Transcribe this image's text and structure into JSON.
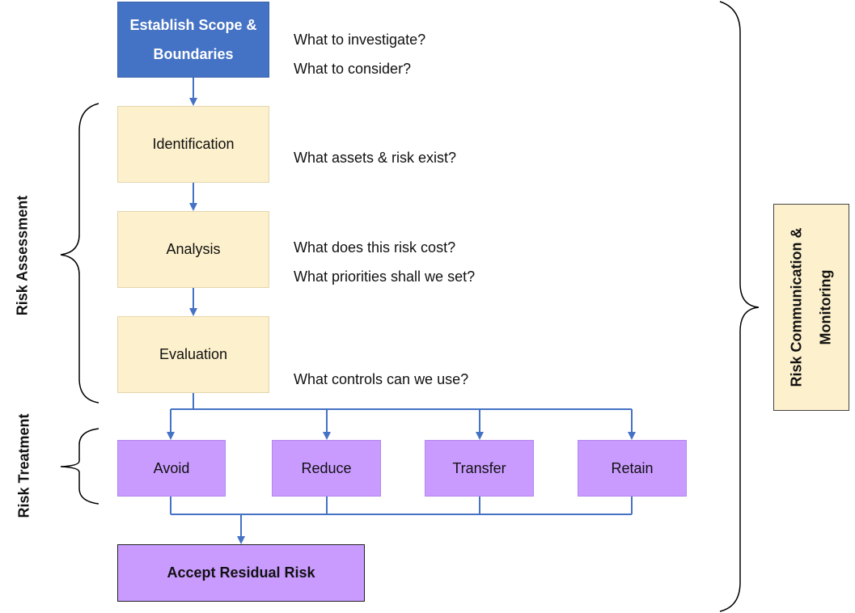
{
  "boxes": {
    "scope_line1": "Establish Scope &",
    "scope_line2": "Boundaries",
    "identification": "Identification",
    "analysis": "Analysis",
    "evaluation": "Evaluation",
    "avoid": "Avoid",
    "reduce": "Reduce",
    "transfer": "Transfer",
    "retain": "Retain",
    "accept": "Accept Residual Risk",
    "side_line1": "Risk Communication &",
    "side_line2": "Monitoring"
  },
  "questions": {
    "investigate": "What to investigate?",
    "consider": "What to consider?",
    "assets": "What assets & risk exist?",
    "cost": "What does this risk cost?",
    "priorities": "What priorities shall we set?",
    "controls": "What controls can we use?"
  },
  "group_labels": {
    "assessment": "Risk Assessment",
    "treatment": "Risk Treatment"
  },
  "colors": {
    "scope": "#4472c4",
    "stage": "#fdf0cc",
    "treatment": "#c99bff",
    "connector": "#4472c4"
  }
}
